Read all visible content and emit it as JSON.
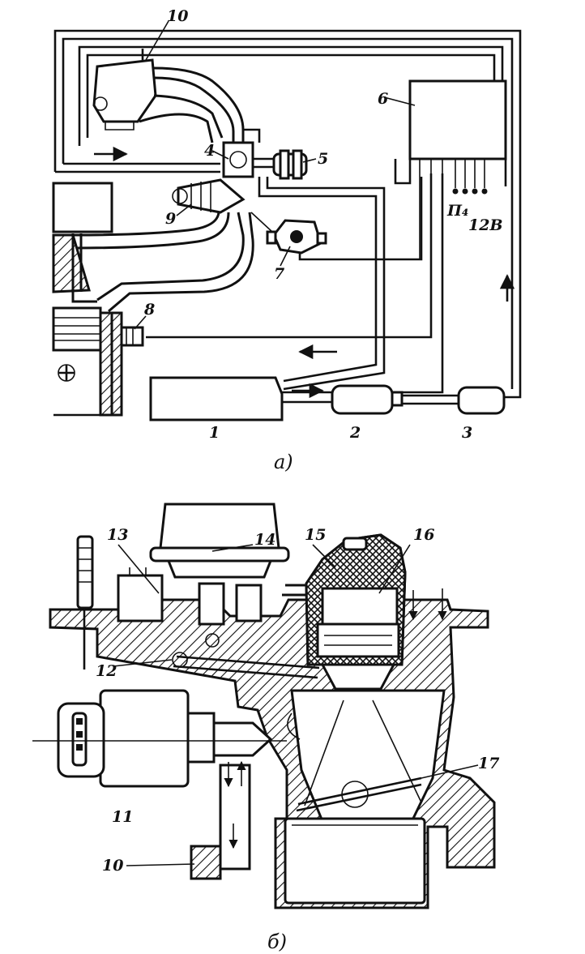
{
  "diagram_a": {
    "labels": {
      "l1": "1",
      "l2": "2",
      "l3": "3",
      "l4": "4",
      "l5": "5",
      "l6": "6",
      "l7": "7",
      "l8": "8",
      "l9": "9",
      "l10": "10",
      "p4": "П₄",
      "v12": "12В"
    },
    "caption": "а)"
  },
  "diagram_b": {
    "labels": {
      "l10": "10",
      "l11": "11",
      "l12": "12",
      "l13": "13",
      "l14": "14",
      "l15": "15",
      "l16": "16",
      "l17": "17"
    },
    "caption": "б)"
  }
}
